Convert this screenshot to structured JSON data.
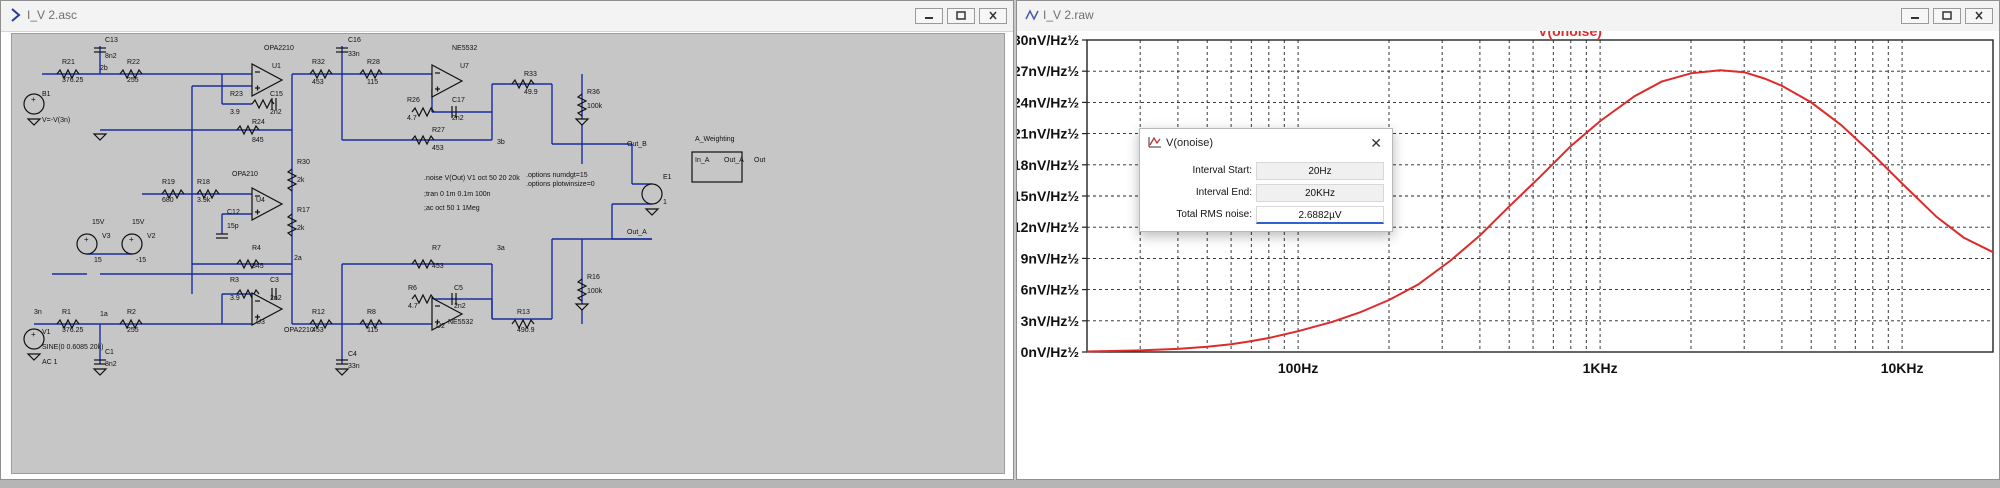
{
  "left_window": {
    "title": "I_V 2.asc",
    "schematic_labels": [
      {
        "t": "C13"
      },
      {
        "t": "8n2"
      },
      {
        "t": "2b"
      },
      {
        "t": "R21"
      },
      {
        "t": "376.25"
      },
      {
        "t": "R22"
      },
      {
        "t": "255"
      },
      {
        "t": "OPA2210"
      },
      {
        "t": "U1"
      },
      {
        "t": "R32"
      },
      {
        "t": "453"
      },
      {
        "t": "C16"
      },
      {
        "t": "33n"
      },
      {
        "t": "R28"
      },
      {
        "t": "115"
      },
      {
        "t": "NE5532"
      },
      {
        "t": "U7"
      },
      {
        "t": "R33"
      },
      {
        "t": "49.9"
      },
      {
        "t": "R36"
      },
      {
        "t": "100k"
      },
      {
        "t": "B1"
      },
      {
        "t": "V=-V(3n)"
      },
      {
        "t": "R23"
      },
      {
        "t": "3.9"
      },
      {
        "t": "C15"
      },
      {
        "t": "2n2"
      },
      {
        "t": "R26"
      },
      {
        "t": "4.7"
      },
      {
        "t": "C17"
      },
      {
        "t": "2n2"
      },
      {
        "t": "R24"
      },
      {
        "t": "845"
      },
      {
        "t": "R27"
      },
      {
        "t": "453"
      },
      {
        "t": "3b"
      },
      {
        "t": "Out_B"
      },
      {
        "t": "A_Weighting"
      },
      {
        "t": "In_A"
      },
      {
        "t": "Out_A"
      },
      {
        "t": "Out"
      },
      {
        "t": "R30"
      },
      {
        "t": "2k"
      },
      {
        "t": "R19"
      },
      {
        "t": "680"
      },
      {
        "t": "R18"
      },
      {
        "t": "3.9k"
      },
      {
        "t": "OPA210"
      },
      {
        "t": "C12"
      },
      {
        "t": "15p"
      },
      {
        "t": "U4"
      },
      {
        "t": "R17"
      },
      {
        "t": "2k"
      },
      {
        "t": ".noise V(Out) V1 oct 50 20 20k"
      },
      {
        "t": ";tran 0 1m 0.1m 100n"
      },
      {
        "t": ";ac oct 50 1 1Meg"
      },
      {
        "t": ".options numdgt=15"
      },
      {
        "t": ".options plotwinsize=0"
      },
      {
        "t": "E1"
      },
      {
        "t": "1"
      },
      {
        "t": "15V"
      },
      {
        "t": "15V"
      },
      {
        "t": "V3"
      },
      {
        "t": "V2"
      },
      {
        "t": "15"
      },
      {
        "t": "-15"
      },
      {
        "t": "R4"
      },
      {
        "t": "845"
      },
      {
        "t": "2a"
      },
      {
        "t": "R7"
      },
      {
        "t": "453"
      },
      {
        "t": "3a"
      },
      {
        "t": "R3"
      },
      {
        "t": "3.9"
      },
      {
        "t": "C3"
      },
      {
        "t": "2n2"
      },
      {
        "t": "R6"
      },
      {
        "t": "4.7"
      },
      {
        "t": "C5"
      },
      {
        "t": "2n2"
      },
      {
        "t": "R16"
      },
      {
        "t": "100k"
      },
      {
        "t": "Out_A"
      },
      {
        "t": "3n"
      },
      {
        "t": "R1"
      },
      {
        "t": "376.25"
      },
      {
        "t": "1a"
      },
      {
        "t": "R2"
      },
      {
        "t": "255"
      },
      {
        "t": "U3"
      },
      {
        "t": "OPA2210"
      },
      {
        "t": "R12"
      },
      {
        "t": "453"
      },
      {
        "t": "R8"
      },
      {
        "t": "115"
      },
      {
        "t": "U2"
      },
      {
        "t": "NE5532"
      },
      {
        "t": "R13"
      },
      {
        "t": "490.9"
      },
      {
        "t": "V1"
      },
      {
        "t": "SINE(0 0.6085 20k)"
      },
      {
        "t": "AC 1"
      },
      {
        "t": "C1"
      },
      {
        "t": "8n2"
      },
      {
        "t": "C4"
      },
      {
        "t": "33n"
      }
    ]
  },
  "right_window": {
    "title": "I_V 2.raw",
    "dialog": {
      "title": "V(onoise)",
      "interval_start_label": "Interval Start:",
      "interval_start_value": "20Hz",
      "interval_end_label": "Interval End:",
      "interval_end_value": "20KHz",
      "rms_label": "Total RMS noise:",
      "rms_value": "2.6882µV"
    }
  },
  "colors": {
    "trace": "#dd2a2a",
    "wire": "#1a2d9e",
    "title": "#dd2a2a"
  },
  "chart_data": {
    "type": "line",
    "title": "V(onoise)",
    "x_scale": "log",
    "xlim": [
      20,
      20000
    ],
    "ylim": [
      0,
      30
    ],
    "x_tick_labels": [
      "100Hz",
      "1KHz",
      "10KHz"
    ],
    "x_tick_values": [
      100,
      1000,
      10000
    ],
    "y_tick_labels": [
      "0nV/Hz½",
      "3nV/Hz½",
      "6nV/Hz½",
      "9nV/Hz½",
      "12nV/Hz½",
      "15nV/Hz½",
      "18nV/Hz½",
      "21nV/Hz½",
      "24nV/Hz½",
      "27nV/Hz½",
      "30nV/Hz½"
    ],
    "y_tick_values": [
      0,
      3,
      6,
      9,
      12,
      15,
      18,
      21,
      24,
      27,
      30
    ],
    "grid": true,
    "series": [
      {
        "color": "#dd2a2a",
        "x": [
          20,
          30,
          40,
          50,
          60,
          70,
          80,
          100,
          130,
          160,
          200,
          250,
          320,
          400,
          500,
          630,
          800,
          1000,
          1300,
          1600,
          2000,
          2500,
          3000,
          3500,
          4000,
          5000,
          6300,
          8000,
          10000,
          13000,
          16000,
          20000
        ],
        "y": [
          0.05,
          0.15,
          0.3,
          0.5,
          0.75,
          1.05,
          1.35,
          2.0,
          2.9,
          3.8,
          5.0,
          6.5,
          8.8,
          11.2,
          14.0,
          16.8,
          19.8,
          22.2,
          24.6,
          26.0,
          26.8,
          27.1,
          26.9,
          26.3,
          25.6,
          24.0,
          21.8,
          19.0,
          16.2,
          13.0,
          11.0,
          9.6
        ]
      }
    ]
  }
}
